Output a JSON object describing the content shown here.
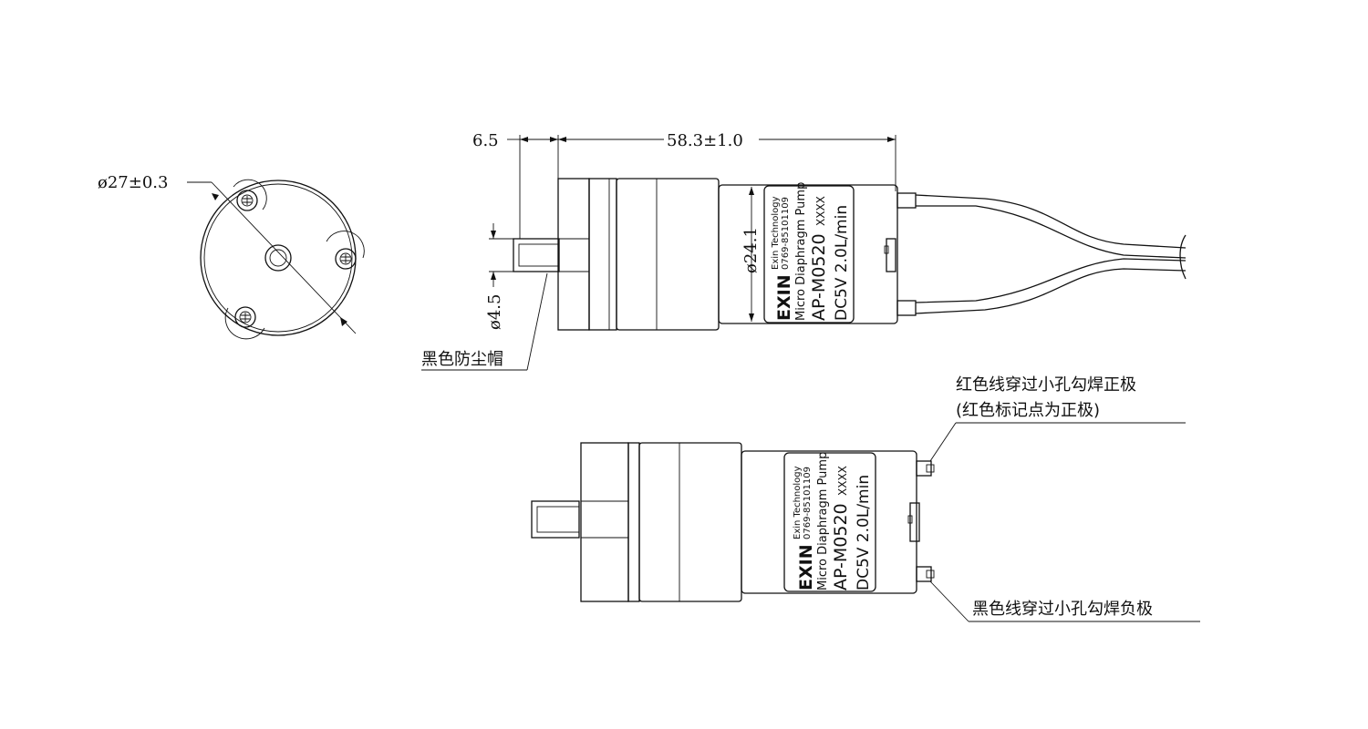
{
  "dimensions": {
    "diameter_body": "ø27±0.3",
    "length_overall": "58.3±1.0",
    "length_nozzle": "6.5",
    "diameter_motor": "ø24.1",
    "diameter_nozzle": "ø4.5"
  },
  "annotations": {
    "dust_cap": "黑色防尘帽",
    "red_wire": "红色线穿过小孔勾焊正极",
    "red_mark": "(红色标记点为正极)",
    "black_wire": "黑色线穿过小孔勾焊负极"
  },
  "label": {
    "brand": "EXIN",
    "company": "Exin Technology",
    "phone": "0769-85101109",
    "product": "Micro Diaphragm Pump",
    "model": "AP-M0520",
    "serial": "XXXX",
    "rating": "DC5V  2.0L/min"
  }
}
